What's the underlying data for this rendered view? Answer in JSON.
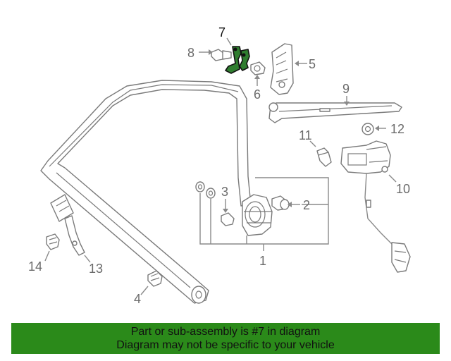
{
  "callouts": {
    "c1": "1",
    "c2": "2",
    "c3": "3",
    "c4": "4",
    "c5": "5",
    "c6": "6",
    "c7": "7",
    "c8": "8",
    "c9": "9",
    "c10": "10",
    "c11": "11",
    "c12": "12",
    "c13": "13",
    "c14": "14"
  },
  "highlighted_part": "7",
  "banner": {
    "line1": "Part or sub-assembly is #7 in diagram",
    "line2": "Diagram may not be specific to your vehicle"
  },
  "colors": {
    "highlight_part": "#2f7d2f",
    "banner_background": "#2b8a1a",
    "line_art": "#7a7a7a"
  }
}
